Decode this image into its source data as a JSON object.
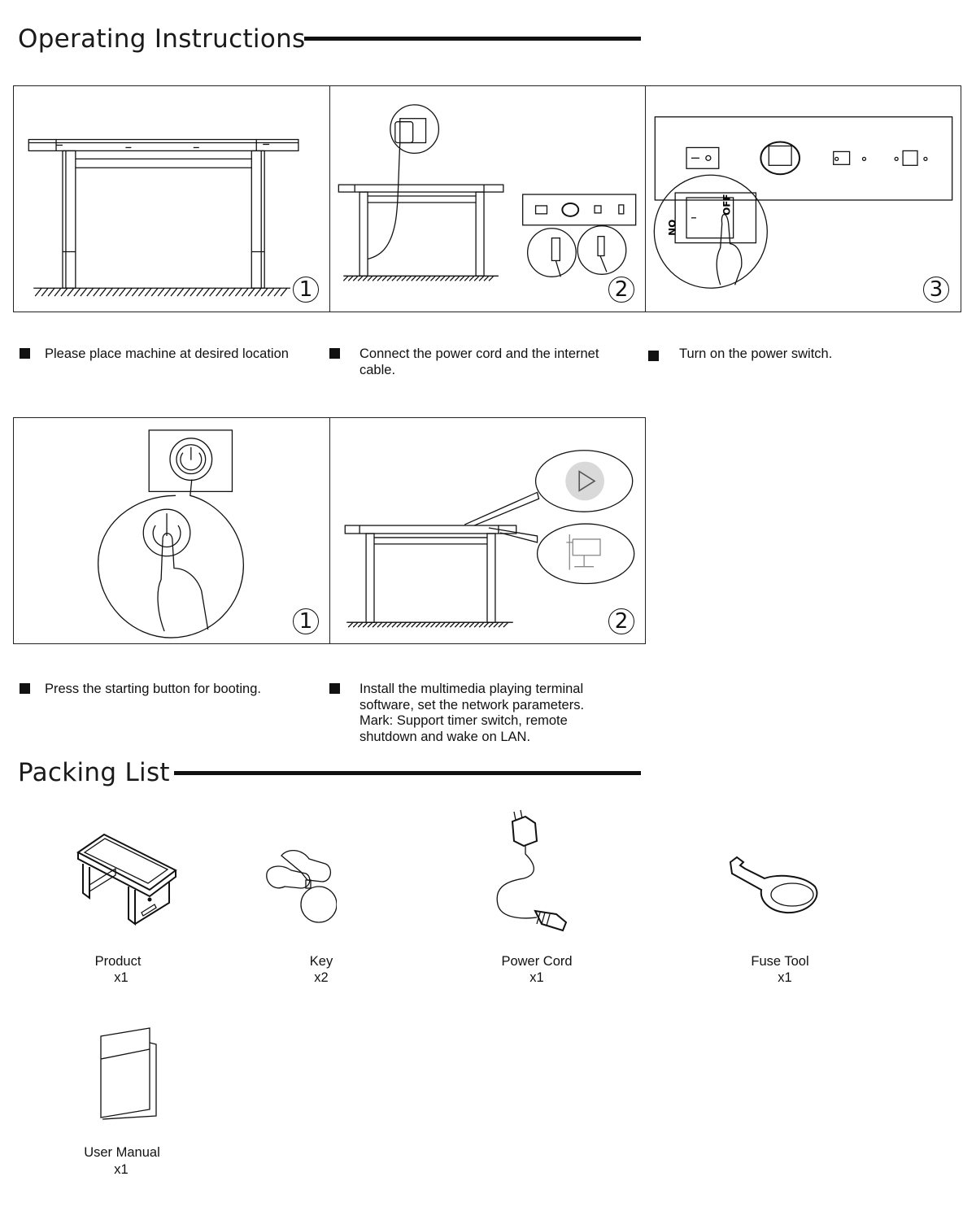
{
  "operating": {
    "title": "Operating Instructions",
    "steps_row1": [
      {
        "num": "1",
        "caption": "Please place machine at desired location"
      },
      {
        "num": "2",
        "caption": "Connect the power cord and the internet cable."
      },
      {
        "num": "3",
        "caption": "Turn on the power switch."
      }
    ],
    "steps_row2": [
      {
        "num": "1",
        "caption": "Press the starting button for booting."
      },
      {
        "num": "2",
        "caption": "Install the multimedia playing terminal software, set the network parameters. Mark: Support timer switch, remote shutdown and wake on LAN."
      }
    ],
    "switch_labels": {
      "on": "ON",
      "off": "OFF"
    }
  },
  "packing": {
    "title": "Packing List",
    "items": [
      {
        "name": "Product",
        "qty": "x1",
        "icon": "product-icon"
      },
      {
        "name": "Key",
        "qty": "x2",
        "icon": "key-icon"
      },
      {
        "name": "Power Cord",
        "qty": "x1",
        "icon": "power-cord-icon"
      },
      {
        "name": "Fuse Tool",
        "qty": "x1",
        "icon": "fuse-tool-icon"
      },
      {
        "name": "User Manual",
        "qty": "x1",
        "icon": "user-manual-icon"
      }
    ]
  }
}
